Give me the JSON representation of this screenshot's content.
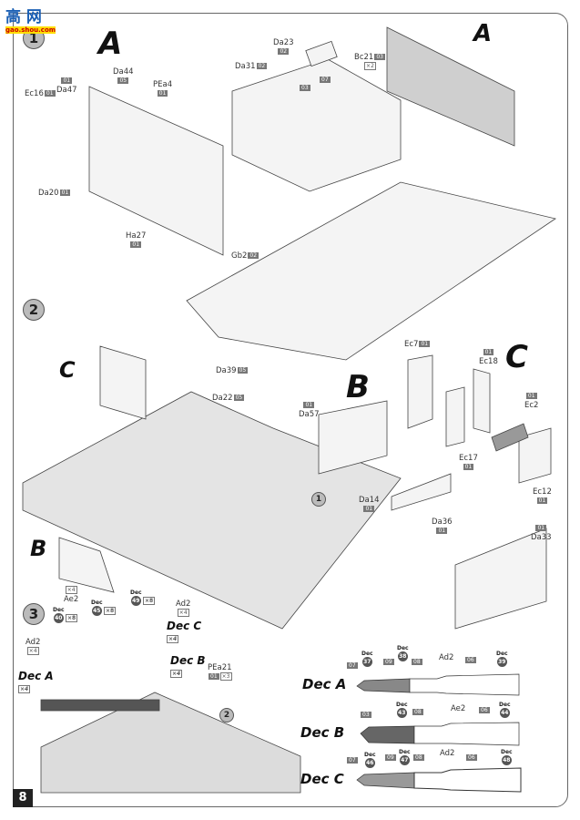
{
  "page_number": "8",
  "watermark": {
    "text": "高 网",
    "sub": "gao.shou.com"
  },
  "steps": [
    "1",
    "2",
    "3"
  ],
  "sub_letters": {
    "a1": "A",
    "a2": "A",
    "b1": "B",
    "c1": "C",
    "c2": "C",
    "b2": "B"
  },
  "refs": {
    "r1": "1",
    "r2": "2"
  },
  "parts": {
    "da23": {
      "name": "Da23",
      "badge": "02"
    },
    "da31": {
      "name": "Da31",
      "badge": "02"
    },
    "bc21": {
      "name": "Bc21",
      "badge": "03",
      "qty": "×2"
    },
    "b03": {
      "badge": "03"
    },
    "b07": {
      "badge": "07"
    },
    "da44": {
      "name": "Da44",
      "badge": "05"
    },
    "pea4": {
      "name": "PEa4",
      "badge": "01"
    },
    "ec16": {
      "name": "Ec16",
      "badge": "01"
    },
    "da47": {
      "name": "Da47",
      "badge": "01"
    },
    "da20": {
      "name": "Da20",
      "badge": "01"
    },
    "ha27": {
      "name": "Ha27",
      "badge": "01"
    },
    "gb2": {
      "name": "Gb2",
      "badge": "02"
    },
    "da39": {
      "name": "Da39",
      "badge": "05"
    },
    "da22": {
      "name": "Da22",
      "badge": "05"
    },
    "da57": {
      "name": "Da57",
      "badge": "01"
    },
    "da14": {
      "name": "Da14",
      "badge": "01"
    },
    "da36": {
      "name": "Da36",
      "badge": "01"
    },
    "ec7": {
      "name": "Ec7",
      "badge": "01"
    },
    "ec18": {
      "name": "Ec18",
      "badge": "01"
    },
    "ec2": {
      "name": "Ec2",
      "badge": "01"
    },
    "ec17": {
      "name": "Ec17",
      "badge": "01"
    },
    "ec12": {
      "name": "Ec12",
      "badge": "01"
    },
    "da33": {
      "name": "Da33",
      "badge": "01"
    },
    "pea21": {
      "name": "PEa21",
      "badge": "01",
      "qty": "×3"
    }
  },
  "ammo_step": {
    "ae2": {
      "name": "Ae2",
      "qty": "×4"
    },
    "ad2_left": {
      "name": "Ad2",
      "qty": "×4"
    },
    "ad2_right": {
      "name": "Ad2",
      "qty": "×4"
    },
    "dec_a": {
      "name": "Dec A",
      "qty": "×4"
    },
    "dec_b": {
      "name": "Dec B",
      "qty": "×4"
    },
    "dec_c": {
      "name": "Dec C",
      "qty": "×4"
    },
    "decal_40": {
      "label": "Dec",
      "num": "40",
      "qty": "×8"
    },
    "decal_45": {
      "label": "Dec",
      "num": "45",
      "qty": "×8"
    },
    "decal_49": {
      "label": "Dec",
      "num": "49",
      "qty": "×8"
    }
  },
  "shells": [
    {
      "title": "Dec A",
      "part": "Ad2",
      "colors": [
        "07",
        "09",
        "08",
        "06"
      ],
      "decals": [
        "37",
        "38",
        "39"
      ]
    },
    {
      "title": "Dec B",
      "part": "Ae2",
      "colors": [
        "03",
        "08",
        "06"
      ],
      "decals": [
        "43",
        "44"
      ]
    },
    {
      "title": "Dec C",
      "part": "Ad2",
      "colors": [
        "07",
        "09",
        "08",
        "06"
      ],
      "decals": [
        "46",
        "47",
        "48"
      ]
    }
  ],
  "dec_word": "Dec",
  "colors": {
    "part_grey": "#d8d8d8",
    "dark_grey": "#777777",
    "step_fill": "#bbbbbb"
  }
}
